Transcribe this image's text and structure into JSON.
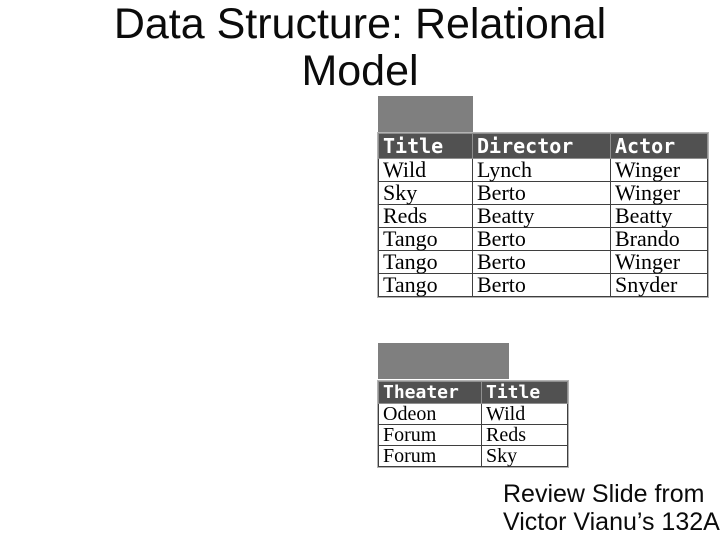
{
  "slide": {
    "title_line1": "Data Structure: Relational",
    "title_line2": "Model",
    "credit_line1": "Review Slide from",
    "credit_line2": "Victor Vianu’s 132A"
  },
  "colors": {
    "background": "#ffffff",
    "label_box": "#7f7f7f",
    "table_header_bg": "#515151",
    "table_header_text": "#ffffff",
    "cell_border": "#3f3f3f",
    "outer_border": "#b3b3b3",
    "text": "#0b0b0b"
  },
  "movies_table": {
    "columns": [
      "Title",
      "Director",
      "Actor"
    ],
    "rows": [
      [
        "Wild",
        "Lynch",
        "Winger"
      ],
      [
        "Sky",
        "Berto",
        "Winger"
      ],
      [
        "Reds",
        "Beatty",
        "Beatty"
      ],
      [
        "Tango",
        "Berto",
        "Brando"
      ],
      [
        "Tango",
        "Berto",
        "Winger"
      ],
      [
        "Tango",
        "Berto",
        "Snyder"
      ]
    ]
  },
  "schedule_table": {
    "columns": [
      "Theater",
      "Title"
    ],
    "rows": [
      [
        "Odeon",
        "Wild"
      ],
      [
        "Forum",
        "Reds"
      ],
      [
        "Forum",
        "Sky"
      ]
    ]
  }
}
